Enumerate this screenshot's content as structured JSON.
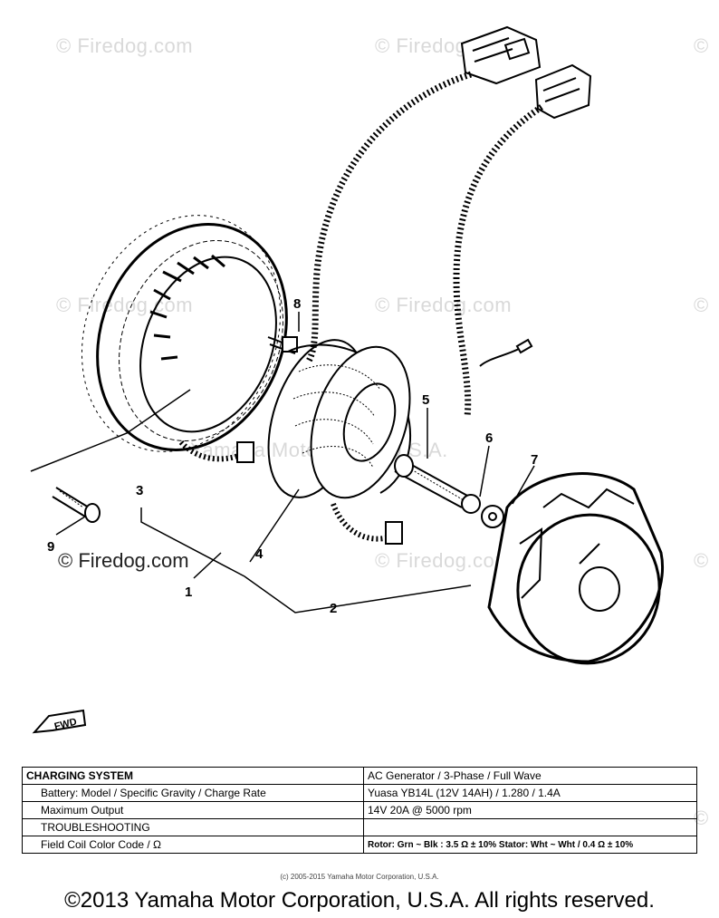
{
  "watermarks": [
    "© Firedog.com",
    "© Firedog.com",
    "©",
    "© Firedog.com",
    "© Firedog.com",
    "©",
    "© Firedog.com",
    "©",
    "©"
  ],
  "center_watermark": "Yamaha Motor Corp, U.S.A.",
  "firedog_label": "© Firedog.com",
  "callouts": [
    "1",
    "2",
    "3",
    "4",
    "5",
    "6",
    "7",
    "8",
    "9"
  ],
  "fwd_label": "FWD",
  "table": {
    "rows": [
      {
        "label": "CHARGING SYSTEM",
        "value": "AC Generator / 3-Phase / Full Wave"
      },
      {
        "label": "Battery: Model / Specific Gravity / Charge Rate",
        "value": "Yuasa YB14L (12V 14AH) / 1.280 / 1.4A"
      },
      {
        "label": "Maximum Output",
        "value": "14V 20A @ 5000 rpm"
      },
      {
        "label": "TROUBLESHOOTING",
        "value": ""
      },
      {
        "label": "Field Coil Color Code / Ω",
        "value": "Rotor: Grn ~ Blk : 3.5 Ω ± 10%   Stator: Wht ~ Wht / 0.4 Ω ± 10%"
      }
    ]
  },
  "fine_print": "(c) 2005-2015 Yamaha Motor Corporation, U.S.A.",
  "copyright": "©2013 Yamaha Motor Corporation, U.S.A. All rights reserved.",
  "colors": {
    "ink": "#000000",
    "watermark": "#d9d9d9"
  }
}
